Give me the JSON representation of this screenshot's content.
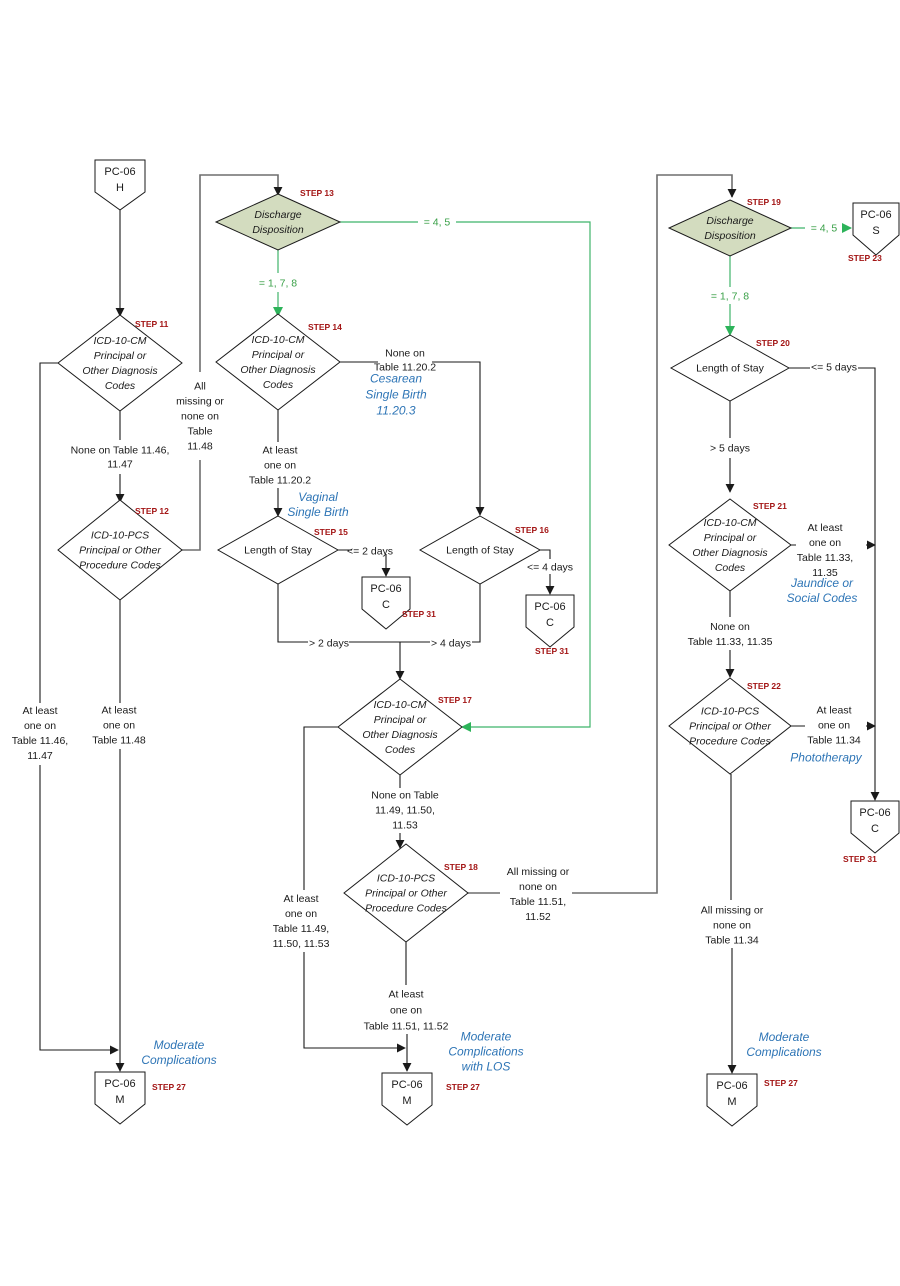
{
  "diagram": {
    "colors": {
      "line": "#1a1a1a",
      "green_line": "#3fb56a",
      "step_label": "#a31515",
      "annotation_blue": "#2e75b6",
      "decision_green_fill": "#d3dcbf"
    },
    "start": {
      "id": "PC-06 H",
      "line1": "PC-06",
      "line2": "H"
    },
    "decisions": {
      "s11": {
        "step": "STEP 11",
        "lines": [
          "ICD-10-CM",
          "Principal or",
          "Other Diagnosis",
          "Codes"
        ]
      },
      "s12": {
        "step": "STEP 12",
        "lines": [
          "ICD-10-PCS",
          "Principal or Other",
          "Procedure Codes"
        ]
      },
      "s13": {
        "step": "STEP 13",
        "lines": [
          "Discharge",
          "Disposition"
        ]
      },
      "s14": {
        "step": "STEP 14",
        "lines": [
          "ICD-10-CM",
          "Principal or",
          "Other Diagnosis",
          "Codes"
        ]
      },
      "s15": {
        "step": "STEP 15",
        "lines": [
          "Length of Stay"
        ]
      },
      "s16": {
        "step": "STEP 16",
        "lines": [
          "Length of Stay"
        ]
      },
      "s17": {
        "step": "STEP 17",
        "lines": [
          "ICD-10-CM",
          "Principal or",
          "Other Diagnosis",
          "Codes"
        ]
      },
      "s18": {
        "step": "STEP 18",
        "lines": [
          "ICD-10-PCS",
          "Principal or Other",
          "Procedure Codes"
        ]
      },
      "s19": {
        "step": "STEP 19",
        "lines": [
          "Discharge",
          "Disposition"
        ]
      },
      "s20": {
        "step": "STEP 20",
        "lines": [
          "Length of Stay"
        ]
      },
      "s21": {
        "step": "STEP 21",
        "lines": [
          "ICD-10-CM",
          "Principal or",
          "Other Diagnosis",
          "Codes"
        ]
      },
      "s22": {
        "step": "STEP 22",
        "lines": [
          "ICD-10-PCS",
          "Principal or Other",
          "Procedure Codes"
        ]
      }
    },
    "terminals": {
      "m1": {
        "line1": "PC-06",
        "line2": "M",
        "step": "STEP 27"
      },
      "m2": {
        "line1": "PC-06",
        "line2": "M",
        "step": "STEP 27"
      },
      "m3": {
        "line1": "PC-06",
        "line2": "M",
        "step": "STEP 27"
      },
      "c1": {
        "line1": "PC-06",
        "line2": "C",
        "step": "STEP 31"
      },
      "c2": {
        "line1": "PC-06",
        "line2": "C",
        "step": "STEP 31"
      },
      "c3": {
        "line1": "PC-06",
        "line2": "C",
        "step": "STEP 31"
      },
      "s1": {
        "line1": "PC-06",
        "line2": "S",
        "step": "STEP 23"
      }
    },
    "edge_labels": {
      "s11_none": [
        "None on Table 11.46,",
        "11.47"
      ],
      "s11_atleast": [
        "At least",
        "one on",
        "Table 11.46,",
        "11.47"
      ],
      "s12_atleast": [
        "At least",
        "one on",
        "Table 11.48"
      ],
      "s12_allmissing": [
        "All",
        "missing or",
        "none on",
        "Table",
        "11.48"
      ],
      "s13_178": "= 1, 7, 8",
      "s13_45": "=  4, 5",
      "s14_none": [
        "None on",
        "Table 11.20.2"
      ],
      "s14_atleast": [
        "At least",
        "one  on",
        "Table 11.20.2"
      ],
      "s15_le": "<= 2 days",
      "s15_gt": "> 2 days",
      "s16_le": "<= 4 days",
      "s16_gt": "> 4 days",
      "s17_none": [
        "None  on Table",
        "11.49, 11.50,",
        "11.53"
      ],
      "s17_atleast": [
        "At least",
        "one on",
        "Table 11.49,",
        "11.50, 11.53"
      ],
      "s18_allmissing": [
        "All missing or",
        "none  on",
        "Table 11.51,",
        "11.52"
      ],
      "s18_atleast": [
        "At least",
        "one on",
        "Table 11.51, 11.52"
      ],
      "s19_45": "= 4, 5",
      "s19_178": "= 1, 7, 8",
      "s20_le": "<= 5 days",
      "s20_gt": "> 5 days",
      "s21_atleast": [
        "At least",
        "one on",
        "Table 11.33,",
        "11.35"
      ],
      "s21_none": [
        "None  on",
        "Table 11.33, 11.35"
      ],
      "s22_atleast": [
        "At least",
        "one on",
        "Table 11.34"
      ],
      "s22_allmissing": [
        "All missing or",
        "none on",
        "Table 11.34"
      ]
    },
    "annotations": {
      "cesarean": [
        "Cesarean",
        "Single Birth",
        "11.20.3"
      ],
      "vaginal": [
        "Vaginal",
        "Single Birth"
      ],
      "moderate1": [
        "Moderate",
        "Complications"
      ],
      "moderate_los": [
        "Moderate",
        "Complications",
        "with LOS"
      ],
      "moderate3": [
        "Moderate",
        "Complications"
      ],
      "jaundice": [
        "Jaundice or",
        "Social Codes"
      ],
      "phototherapy": [
        "Phototherapy"
      ]
    }
  }
}
